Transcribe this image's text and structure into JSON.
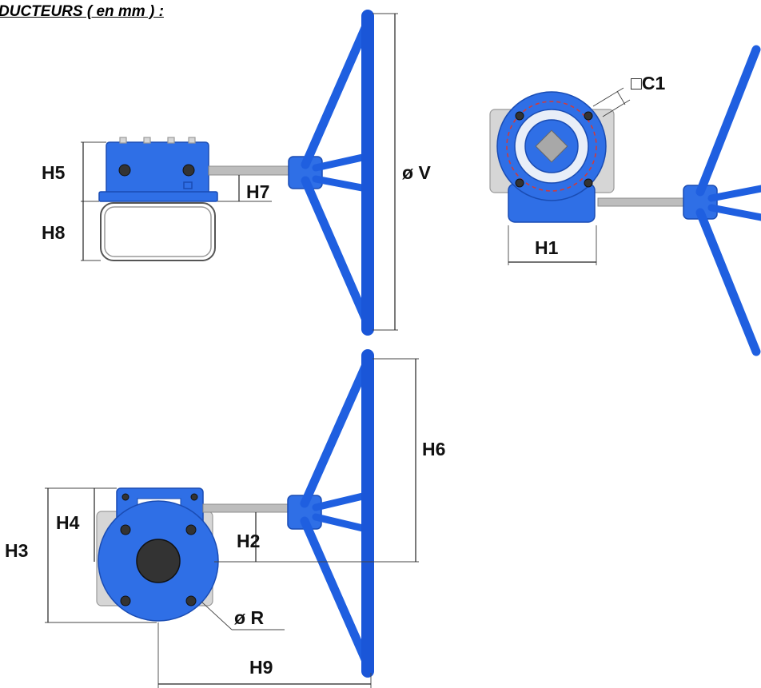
{
  "title": "DUCTEURS ( en mm ) :",
  "labels": {
    "h5": "H5",
    "h8": "H8",
    "h7": "H7",
    "phi_v": "ø V",
    "c1": "□C1",
    "h1": "H1",
    "h6": "H6",
    "h4": "H4",
    "h3": "H3",
    "h2": "H2",
    "phi_r": "ø R",
    "h9": "H9"
  },
  "colors": {
    "actuator_blue": "#2f6fe6",
    "shaft_gray": "#bdbdbd",
    "flange_circle_red": "#d23a3a"
  }
}
